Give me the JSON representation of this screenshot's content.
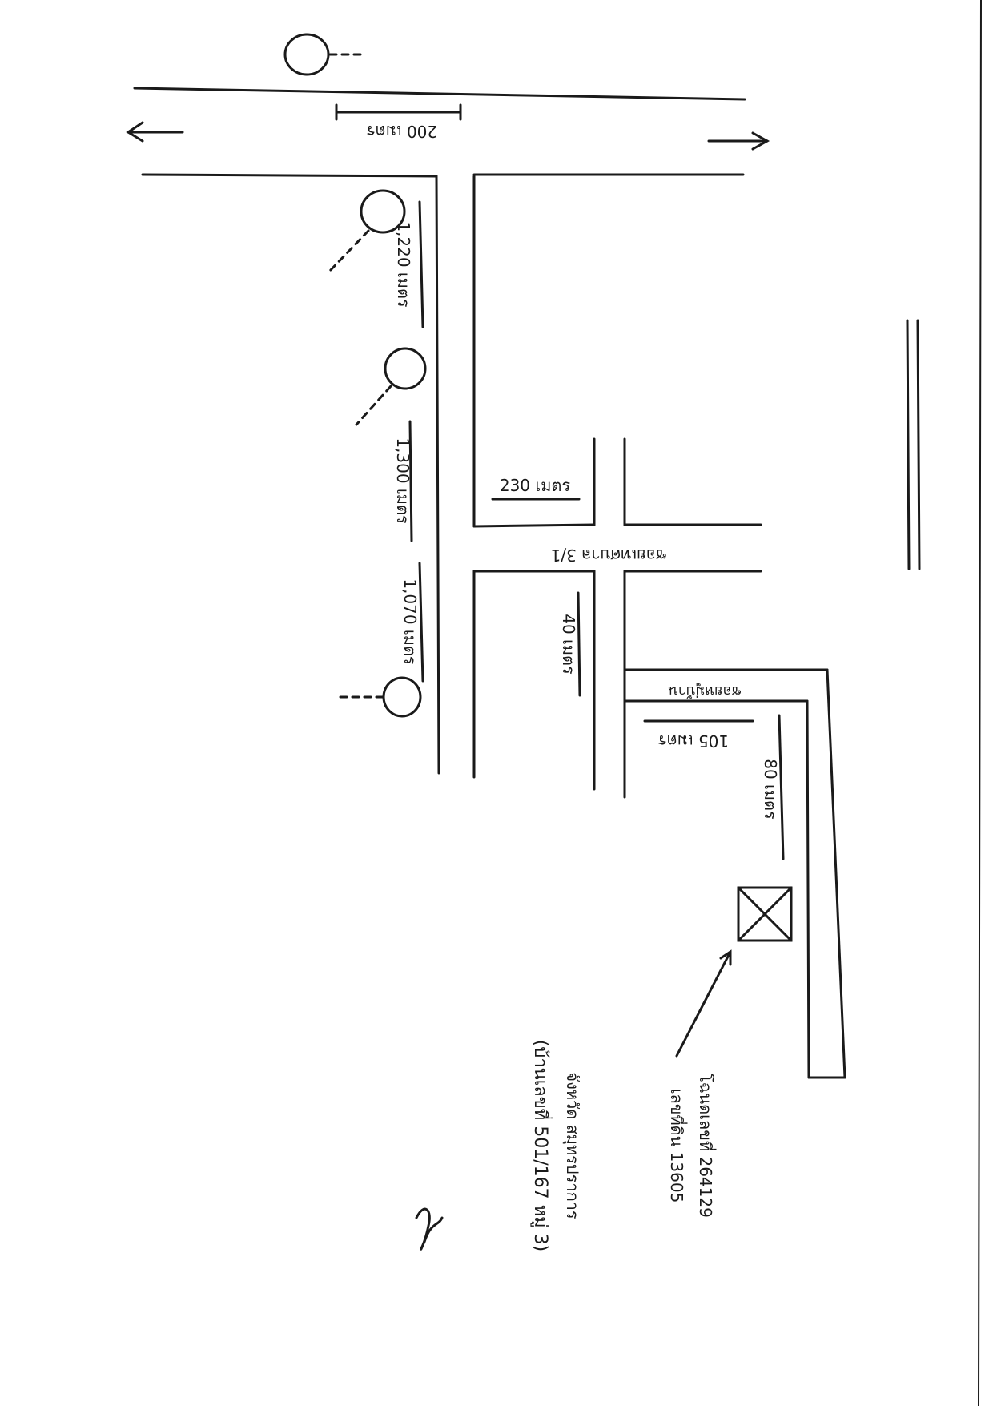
{
  "labels": {
    "route_distance_200": "200 เมตร",
    "route_distance_1220": "1,220 เมตร",
    "route_distance_1300": "1,300 เมตร",
    "route_distance_1070": "1,070 เมตร",
    "soi_distance_230": "230 เมตร",
    "soi_name": "ซอยเทศบาล 3/1",
    "soi_distance_40": "40 เมตร",
    "lane_name": "ซอยหมู่บ้าน",
    "lane_distance_105": "105 เมตร",
    "lane_distance_80": "80 เมตร"
  },
  "target": {
    "house_number_line": "โฉนดเลขที่ 264129",
    "plot_line": "เลขที่ดิน 13605",
    "location_line_2": "จังหวัด สมุทรปราการ",
    "house_line": "(บ้านเลขที่ 501/167 หมู่ 3)"
  },
  "colors": {
    "ink": "#1a1a1a",
    "paper": "#ffffff"
  }
}
